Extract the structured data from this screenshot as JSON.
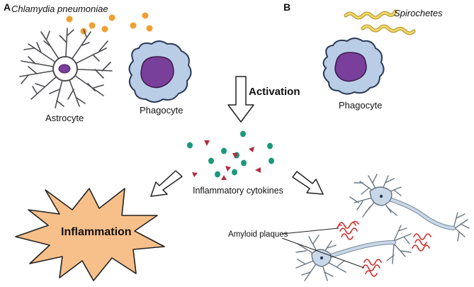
{
  "panels": {
    "a": {
      "letter": "A",
      "bacteria_label": "Chlamydia pneumoniae"
    },
    "b": {
      "letter": "B",
      "bacteria_label": "Spirochetes"
    }
  },
  "cells": {
    "astrocyte_label": "Astrocyte",
    "phagocyte_a_label": "Phagocyte",
    "phagocyte_b_label": "Phagocyte"
  },
  "process": {
    "activation_label": "Activation",
    "cytokines_label": "Inflammatory cytokines",
    "inflammation_label": "Inflammation",
    "amyloid_label": "Amyloid plaques"
  },
  "colors": {
    "bacteria_orange": "#f0a030",
    "spirochete_yellow": "#e8c84a",
    "phagocyte_body": "#b9cde6",
    "nucleus_purple": "#7a3f9a",
    "astrocyte_gray": "#4d4d52",
    "cytokine_green": "#1a9a7a",
    "cytokine_red": "#b03040",
    "inflammation_fill": "#f7c08a",
    "neuron_fill": "#c9d8e8",
    "plaque_red": "#d02828"
  }
}
